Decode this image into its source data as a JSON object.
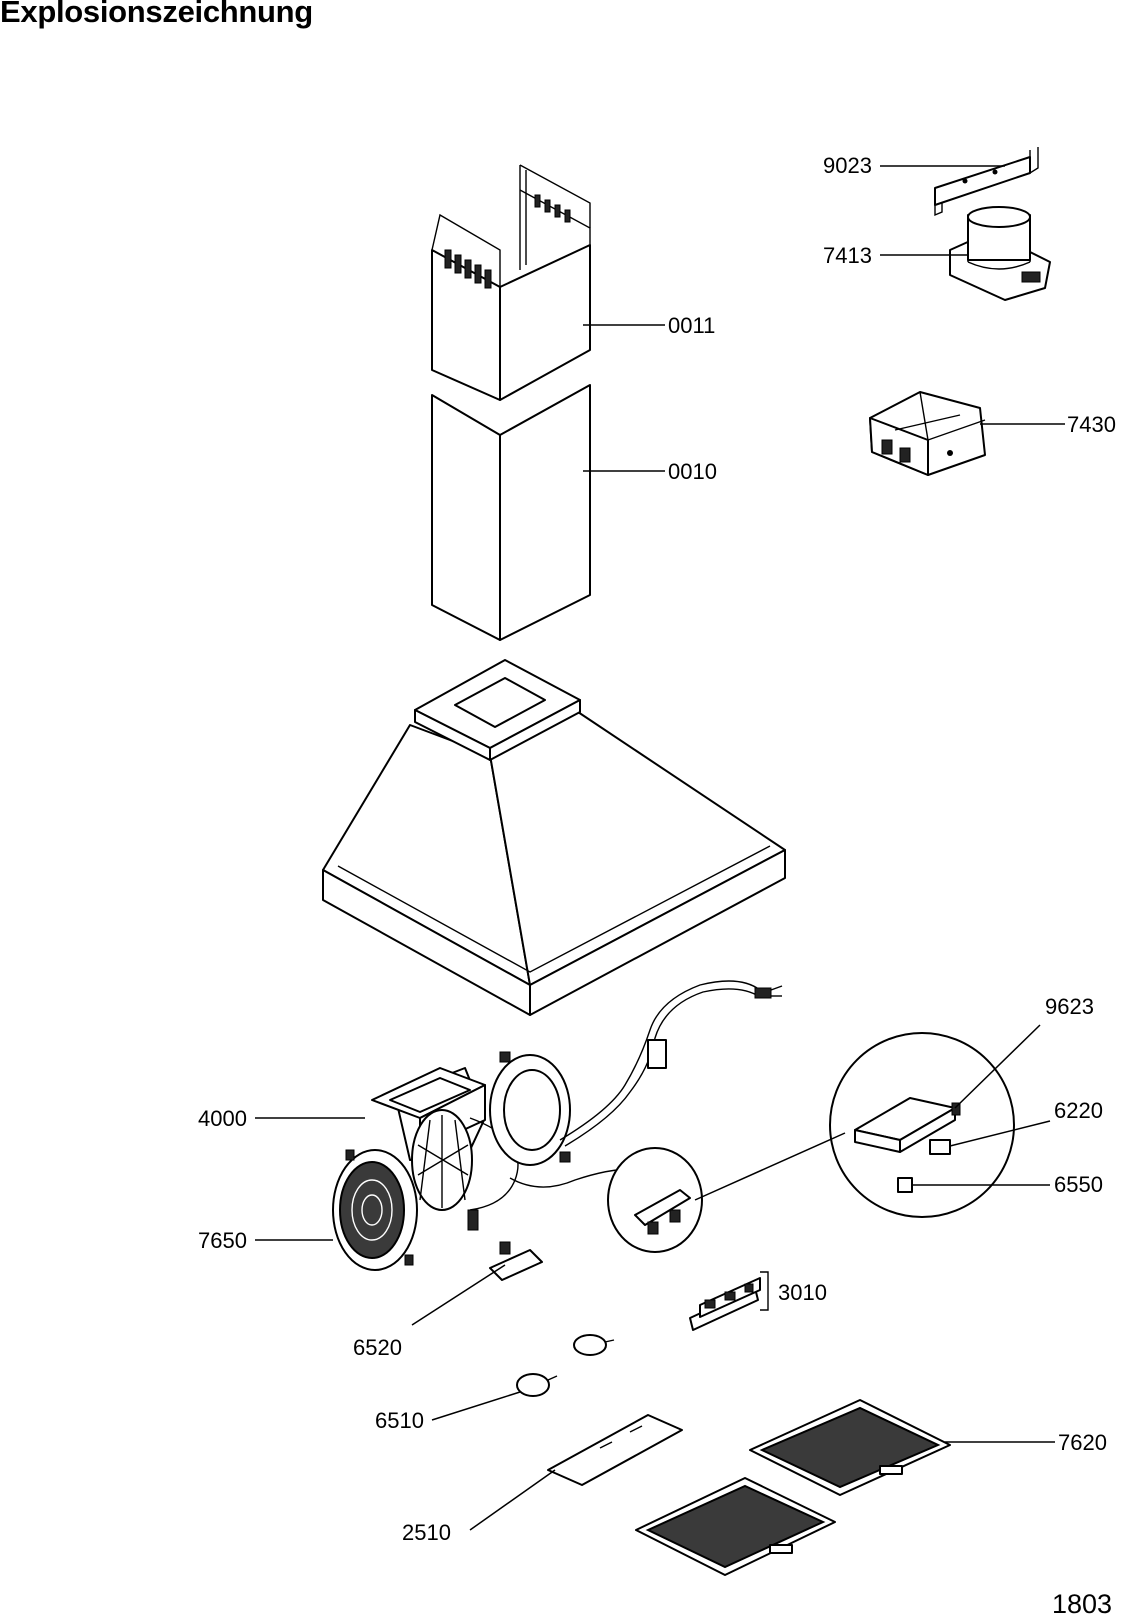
{
  "title": "Explosionszeichnung",
  "page_number": "1803",
  "callouts": {
    "c0011": "0011",
    "c0010": "0010",
    "c9023": "9023",
    "c7413": "7413",
    "c7430": "7430",
    "c9623": "9623",
    "c6220": "6220",
    "c6550": "6550",
    "c4000": "4000",
    "c7650": "7650",
    "c3010": "3010",
    "c6520": "6520",
    "c6510": "6510",
    "c7620": "7620",
    "c2510": "2510"
  }
}
